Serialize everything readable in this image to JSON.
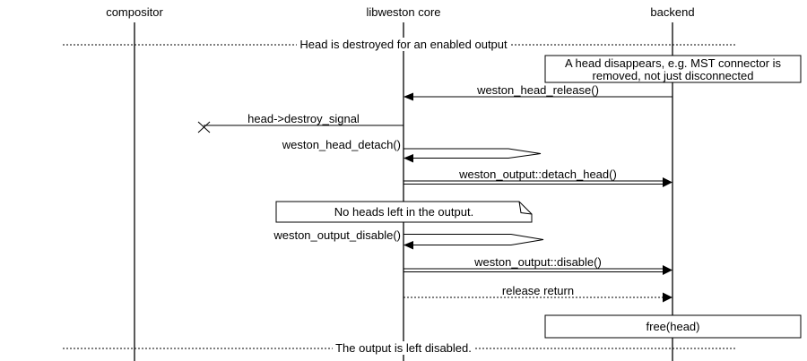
{
  "diagram": {
    "participants": [
      {
        "label": "compositor"
      },
      {
        "label": "libweston core"
      },
      {
        "label": "backend"
      }
    ],
    "dividers": [
      {
        "label": "Head is destroyed for an enabled output"
      },
      {
        "label": "The output is left disabled."
      }
    ],
    "boxes": [
      {
        "lines": [
          "A head disappears, e.g. MST connector is",
          "removed, not just disconnected"
        ]
      },
      {
        "text": "No heads left in the output."
      },
      {
        "text": "free(head)"
      }
    ],
    "messages": [
      {
        "label": "weston_head_release()",
        "from": "backend",
        "to": "libweston core",
        "type": "solid-arrow"
      },
      {
        "label": "head->destroy_signal",
        "from": "libweston core",
        "to": "lost",
        "type": "lost-message"
      },
      {
        "label": "weston_head_detach()",
        "from": "libweston core",
        "to": "libweston core",
        "type": "self-call"
      },
      {
        "label": "weston_output::detach_head()",
        "from": "libweston core",
        "to": "backend",
        "type": "double-line-arrow"
      },
      {
        "label": "weston_output_disable()",
        "from": "libweston core",
        "to": "libweston core",
        "type": "self-call"
      },
      {
        "label": "weston_output::disable()",
        "from": "libweston core",
        "to": "backend",
        "type": "double-line-arrow"
      },
      {
        "label": "release return",
        "from": "libweston core",
        "to": "backend",
        "type": "dotted-arrow"
      }
    ]
  }
}
